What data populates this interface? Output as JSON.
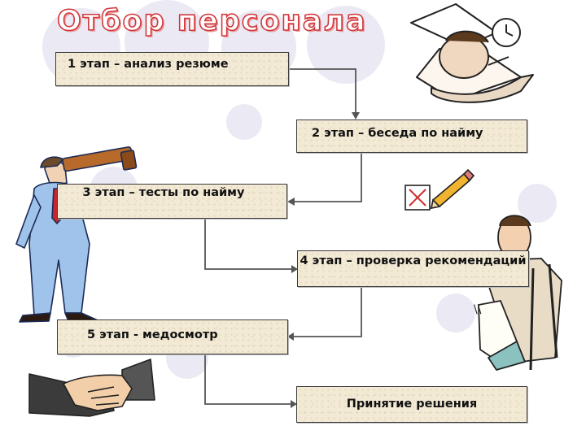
{
  "title": "Отбор персонала",
  "steps": [
    {
      "label": "1 этап – анализ резюме"
    },
    {
      "label": "2 этап – беседа по найму"
    },
    {
      "label": "3 этап – тесты по найму"
    },
    {
      "label": "4 этап – проверка рекомендаций"
    },
    {
      "label": "5 этап - медосмотр"
    },
    {
      "label": "Принятие решения"
    }
  ],
  "colors": {
    "title_outline": "#d2383c",
    "box_fill": "#f3ead6",
    "connector": "#555555",
    "bubble": "#ebe9f3"
  },
  "icons": [
    "man-reading-icon",
    "telescope-man-icon",
    "checkbox-pencil-icon",
    "injured-man-crutches-icon",
    "handshake-icon"
  ]
}
